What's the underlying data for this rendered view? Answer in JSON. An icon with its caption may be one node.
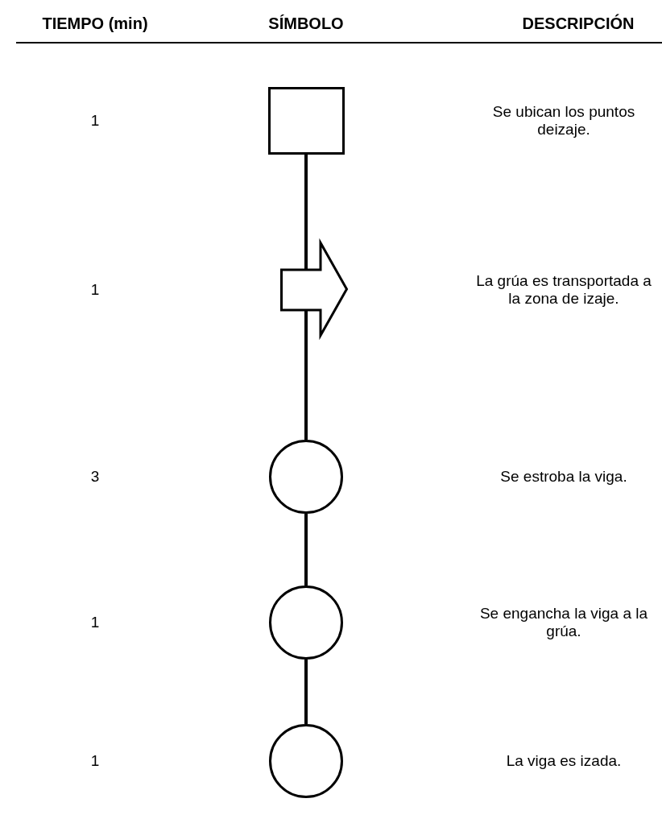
{
  "diagram": {
    "nodes": [
      {
        "text": [],
        "shape": "box"
      },
      {
        "text": [],
        "shape": "arrow"
      },
      {
        "text": [],
        "shape": "circle"
      },
      {
        "text": [],
        "shape": "circle"
      },
      {
        "text": [],
        "shape": "circle"
      }
    ],
    "edges": [
      {
        "from": 0,
        "to": 1,
        "arrow": "none"
      },
      {
        "from": 1,
        "to": 2,
        "arrow": "none"
      },
      {
        "from": 2,
        "to": 3,
        "arrow": "none"
      },
      {
        "from": 3,
        "to": 4,
        "arrow": "none"
      }
    ],
    "labels": [
      "TIEMPO (min)",
      "SÍMBOLO",
      "DESCRIPCIÓN",
      "1",
      "Se ubican los puntos deizaje.",
      "1",
      "La grúa es transportada a la zona de izaje.",
      "3",
      "Se estroba la viga.",
      "1",
      "Se engancha la viga a la grúa.",
      "1",
      "La viga es izada."
    ]
  }
}
